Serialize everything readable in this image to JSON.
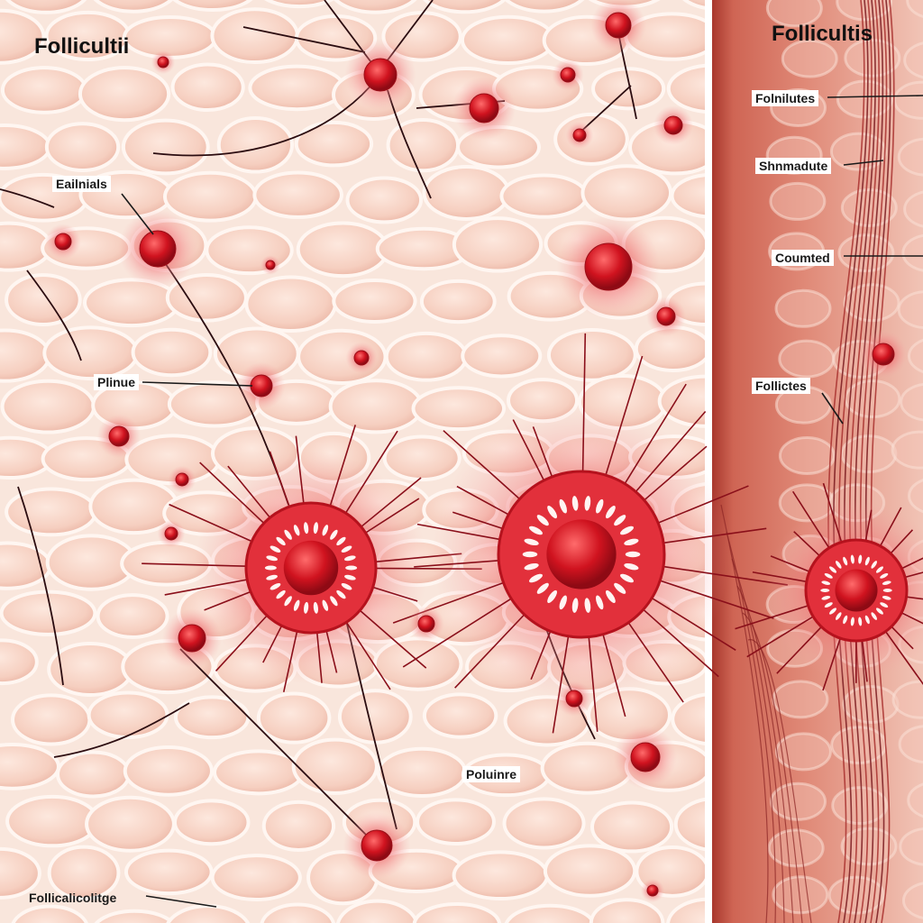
{
  "left_panel": {
    "title": "Follicultii",
    "labels": {
      "top_left": "Eailnials",
      "middle_left": "Plinue",
      "bottom_center": "Poluinre",
      "bottom_left": "Follicalicolitge"
    }
  },
  "right_panel": {
    "title": "Follicultis",
    "labels": {
      "first": "Folnilutes",
      "second": "Shnmadute",
      "third": "Coumted",
      "fourth": "Follictes"
    }
  },
  "colors": {
    "skin_light": "#f7ddd0",
    "skin_cell": "#f6d0c1",
    "cell_edge": "#fff4ee",
    "lesion_red": "#d81e2a",
    "lesion_dark": "#a0101b",
    "inflammation": "#ef5a63",
    "right_panel_bg": "#d9735f",
    "right_panel_edge": "#a6352c",
    "hair": "#3a1014"
  }
}
